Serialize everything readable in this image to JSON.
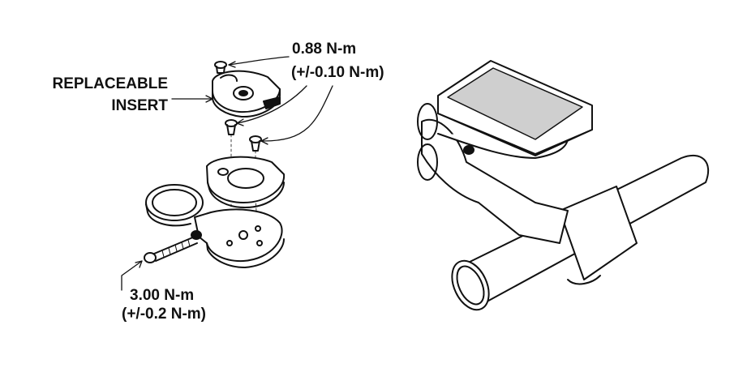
{
  "labels": {
    "top_torque": "0.88 N-m",
    "top_tolerance": "(+/-0.10 N-m)",
    "insert_line1": "REPLACEABLE",
    "insert_line2": "INSERT",
    "bottom_torque": "3.00 N-m",
    "bottom_tolerance": "(+/-0.2 N-m)"
  },
  "colors": {
    "line": "#111111",
    "background": "#ffffff",
    "shade": "#cfcfcf"
  }
}
